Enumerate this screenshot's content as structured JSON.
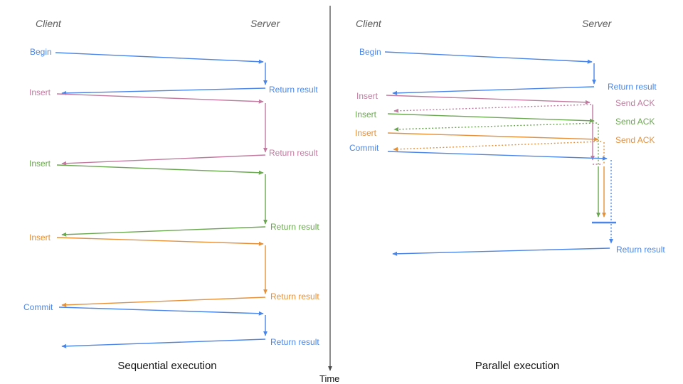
{
  "colors": {
    "blue": "#4a86e8",
    "pink": "#c27ba0",
    "green": "#6aa84f",
    "orange": "#e69138"
  },
  "axis": {
    "time_label": "Time"
  },
  "sequential": {
    "caption": "Sequential execution",
    "actors": {
      "client": "Client",
      "server": "Server"
    },
    "labels": {
      "begin": "Begin",
      "insert_1": "Insert",
      "insert_2": "Insert",
      "insert_3": "Insert",
      "commit": "Commit",
      "return_1": "Return result",
      "return_2": "Return result",
      "return_3": "Return result",
      "return_4": "Return result",
      "return_5": "Return result"
    }
  },
  "parallel": {
    "caption": "Parallel execution",
    "actors": {
      "client": "Client",
      "server": "Server"
    },
    "labels": {
      "begin": "Begin",
      "insert_1": "Insert",
      "insert_2": "Insert",
      "insert_3": "Insert",
      "commit": "Commit",
      "return_begin": "Return result",
      "ack_1": "Send ACK",
      "ack_2": "Send ACK",
      "ack_3": "Send ACK",
      "return_final": "Return result"
    }
  }
}
